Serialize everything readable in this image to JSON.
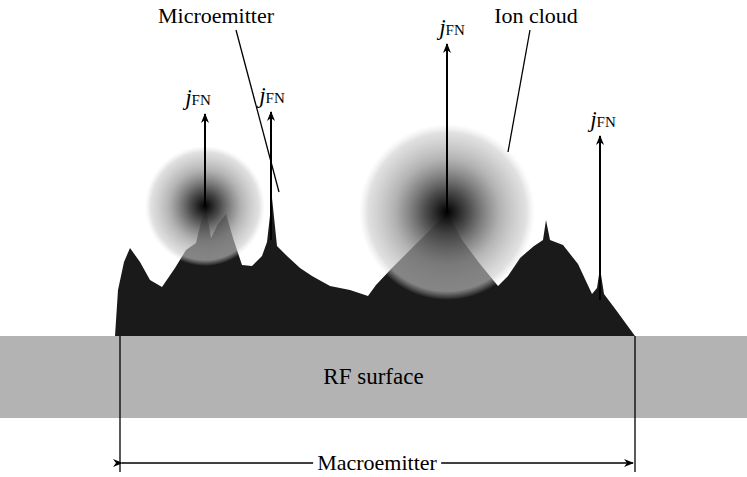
{
  "diagram": {
    "nodes": [
      {
        "text": [
          "RF surface"
        ]
      }
    ],
    "labels": [
      "jFN",
      "jFN",
      "Microemitter",
      "jFN",
      "Ion cloud",
      "jFN",
      "Macroemitter"
    ]
  }
}
